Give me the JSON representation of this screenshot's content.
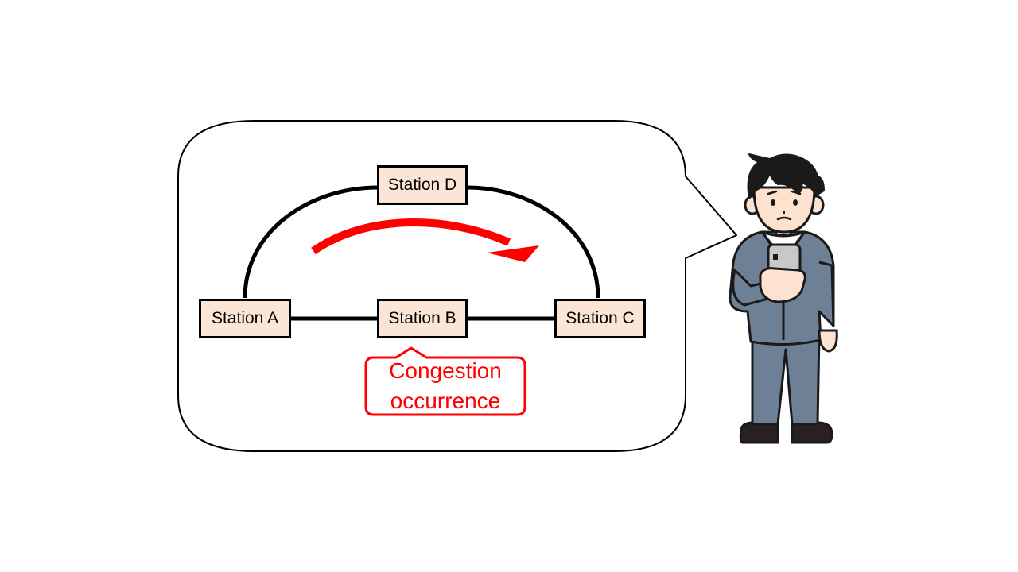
{
  "stations": {
    "a": "Station A",
    "b": "Station B",
    "c": "Station C",
    "d": "Station D"
  },
  "callout": {
    "line1": "Congestion",
    "line2": "occurrence"
  },
  "colors": {
    "station_fill": "#fbe5d6",
    "callout_red": "#ff0000",
    "arrow_red": "#ff0000",
    "suit": "#6e8096",
    "skin": "#fde3cf"
  },
  "icons": {
    "person": "person-with-smartphone-icon",
    "arrow": "curved-arrow-icon"
  }
}
